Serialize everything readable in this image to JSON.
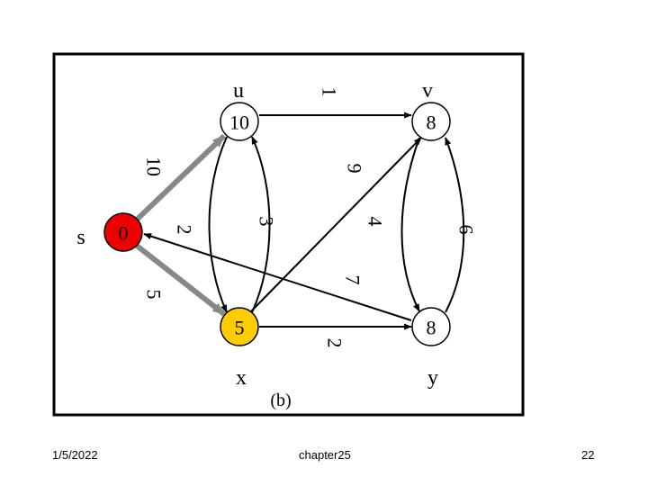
{
  "diagram": {
    "caption": "(b)",
    "colors": {
      "source": "#ee0000",
      "current": "#ffcc00",
      "default": "#ffffff",
      "tree_edge": "#888888",
      "edge": "#000000"
    },
    "nodes": [
      {
        "id": "s",
        "label": "s",
        "value": "0",
        "fill": "source"
      },
      {
        "id": "u",
        "label": "u",
        "value": "10",
        "fill": "default"
      },
      {
        "id": "v",
        "label": "v",
        "value": "8",
        "fill": "default"
      },
      {
        "id": "x",
        "label": "x",
        "value": "5",
        "fill": "current"
      },
      {
        "id": "y",
        "label": "y",
        "value": "8",
        "fill": "default"
      }
    ],
    "edges": [
      {
        "from": "s",
        "to": "u",
        "weight": "10",
        "tree": true
      },
      {
        "from": "s",
        "to": "x",
        "weight": "5",
        "tree": true
      },
      {
        "from": "u",
        "to": "v",
        "weight": "1",
        "tree": false
      },
      {
        "from": "u",
        "to": "x",
        "weight": "2",
        "tree": false
      },
      {
        "from": "x",
        "to": "u",
        "weight": "3",
        "tree": false
      },
      {
        "from": "x",
        "to": "v",
        "weight": "9",
        "tree": false
      },
      {
        "from": "x",
        "to": "y",
        "weight": "2",
        "tree": false
      },
      {
        "from": "v",
        "to": "y",
        "weight": "4",
        "tree": false
      },
      {
        "from": "y",
        "to": "v",
        "weight": "6",
        "tree": false
      },
      {
        "from": "y",
        "to": "s",
        "weight": "7",
        "tree": false
      }
    ]
  },
  "footer": {
    "date": "1/5/2022",
    "center": "chapter25",
    "page": "22"
  }
}
